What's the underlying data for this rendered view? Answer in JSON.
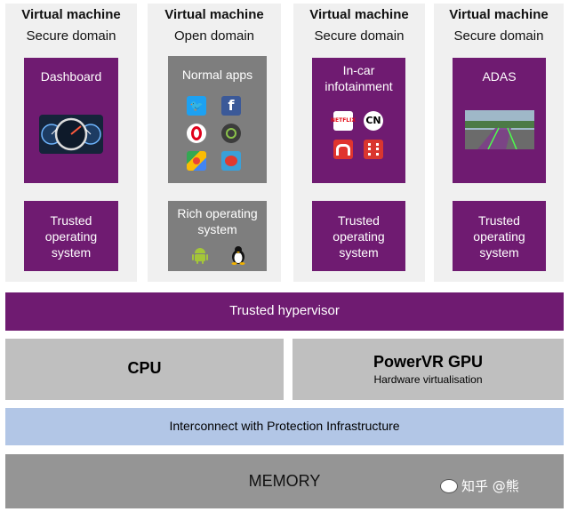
{
  "vms": [
    {
      "title": "Virtual machine",
      "subtitle": "Secure domain",
      "app_label": "Dashboard",
      "os_label": "Trusted operating system"
    },
    {
      "title": "Virtual machine",
      "subtitle": "Open domain",
      "app_label": "Normal apps",
      "os_label": "Rich operating system"
    },
    {
      "title": "Virtual machine",
      "subtitle": "Secure domain",
      "app_label": "In-car infotainment",
      "os_label": "Trusted operating system"
    },
    {
      "title": "Virtual machine",
      "subtitle": "Secure domain",
      "app_label": "ADAS",
      "os_label": "Trusted operating system"
    }
  ],
  "hypervisor": {
    "label": "Trusted hypervisor"
  },
  "cpu": {
    "label": "CPU"
  },
  "gpu": {
    "label": "PowerVR GPU",
    "sub": "Hardware virtualisation"
  },
  "interconnect": {
    "label": "Interconnect with Protection Infrastructure"
  },
  "memory": {
    "label": "MEMORY"
  },
  "watermark": {
    "text": "知乎 @熊"
  },
  "colors": {
    "purple": "#6f1b71",
    "gray": "#7e7e7e",
    "light_gray": "#f0f0f0",
    "blue": "#b2c6e6"
  },
  "icons": {
    "app_icons": [
      "twitter-icon",
      "facebook-icon",
      "opera-icon",
      "wear-icon",
      "maps-icon",
      "angry-birds-icon"
    ],
    "os_icons": [
      "android-icon",
      "linux-icon"
    ],
    "media_icons": [
      "netflix-icon",
      "cartoon-network-icon",
      "media-app-icon",
      "film-icon"
    ],
    "media_texts": {
      "netflix": "NETFLIX",
      "cartoon": "CN"
    }
  }
}
